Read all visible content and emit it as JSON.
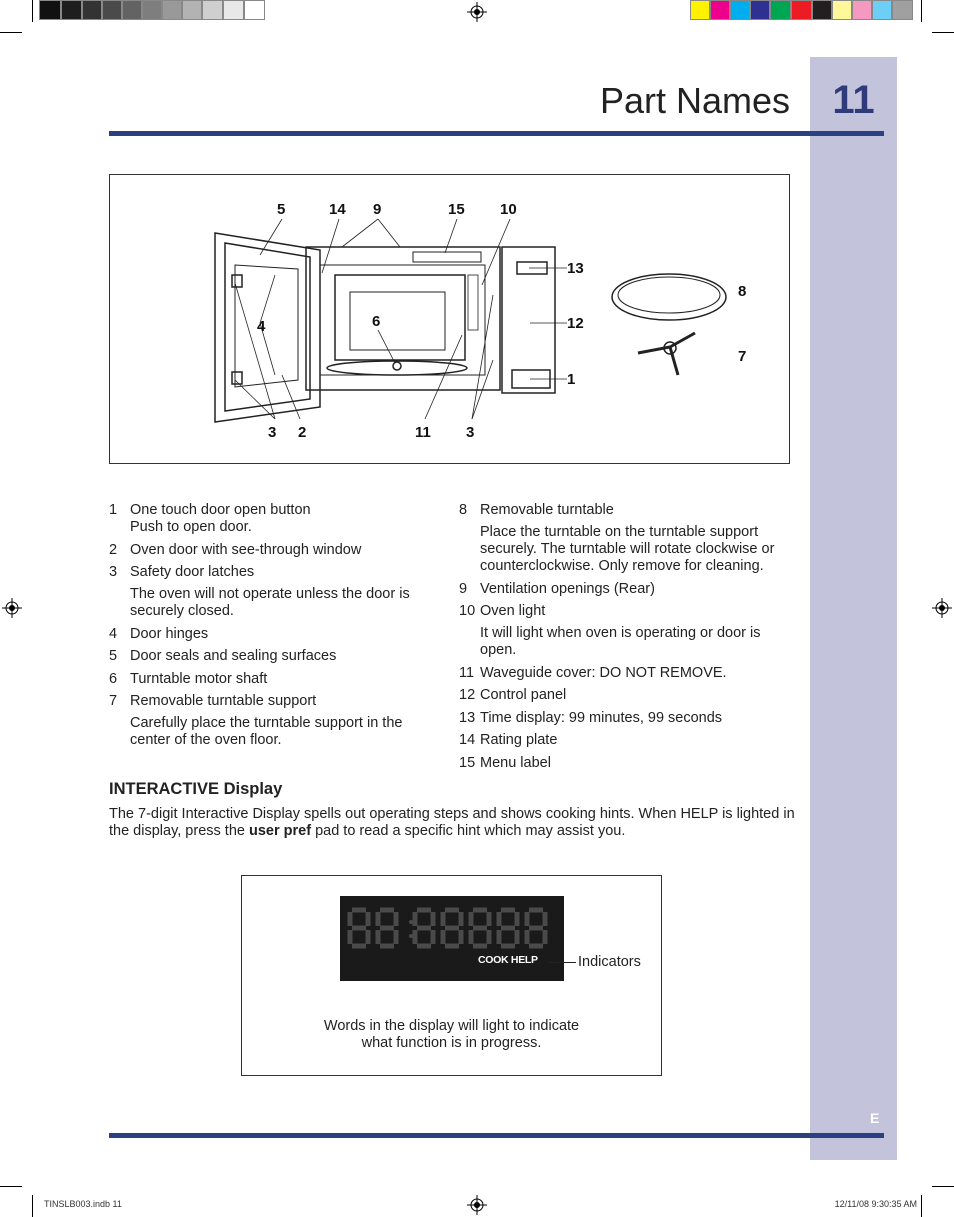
{
  "header": {
    "title": "Part Names",
    "page_number": "11",
    "lang_tab": "E"
  },
  "diagram": {
    "callouts": [
      "5",
      "14",
      "9",
      "15",
      "10",
      "13",
      "8",
      "6",
      "4",
      "12",
      "7",
      "1",
      "3",
      "2",
      "11",
      "3"
    ]
  },
  "left_list": [
    {
      "num": "1",
      "label": "One touch door open button",
      "desc": "Push to open door."
    },
    {
      "num": "2",
      "label": "Oven door with see-through window",
      "desc": ""
    },
    {
      "num": "3",
      "label": "Safety door latches",
      "desc": "The oven will not operate unless the door is securely closed."
    },
    {
      "num": "4",
      "label": "Door hinges",
      "desc": ""
    },
    {
      "num": "5",
      "label": "Door seals and sealing surfaces",
      "desc": ""
    },
    {
      "num": "6",
      "label": "Turntable motor shaft",
      "desc": ""
    },
    {
      "num": "7",
      "label": "Removable turntable support",
      "desc": "Carefully place the turntable support in the center of the oven floor."
    }
  ],
  "right_list": [
    {
      "num": "8",
      "label": "Removable turntable",
      "desc": "Place the turntable on the turntable support securely. The turntable will rotate clockwise or counterclockwise. Only remove for cleaning."
    },
    {
      "num": "9",
      "label": "Ventilation openings (Rear)",
      "desc": ""
    },
    {
      "num": "10",
      "label": "Oven light",
      "desc": "It will light when oven is operating or door is open."
    },
    {
      "num": "11",
      "label": "Waveguide cover: DO NOT REMOVE.",
      "desc": ""
    },
    {
      "num": "12",
      "label": "Control panel",
      "desc": ""
    },
    {
      "num": "13",
      "label": "Time display: 99 minutes, 99 seconds",
      "desc": ""
    },
    {
      "num": "14",
      "label": "Rating plate",
      "desc": ""
    },
    {
      "num": "15",
      "label": "Menu label",
      "desc": ""
    }
  ],
  "interactive": {
    "heading": "INTERACTIVE Display",
    "para_part1": "The 7-digit Interactive Display spells out operating steps and shows cooking hints. When HELP is lighted in the display, press the ",
    "para_bold": "user pref",
    "para_part2": " pad to read a specific hint which may assist you.",
    "lcd_words": "COOK HELP",
    "indicators_label": "Indicators",
    "caption_line1": "Words in the display will light to indicate",
    "caption_line2": "what function is in progress."
  },
  "footer": {
    "file": "TINSLB003.indb   11",
    "timestamp": "12/11/08   9:30:35 AM"
  },
  "colors": {
    "accent": "#2b4080",
    "sidebar": "#c4c3dc",
    "page_number": "#2e3a7a"
  }
}
